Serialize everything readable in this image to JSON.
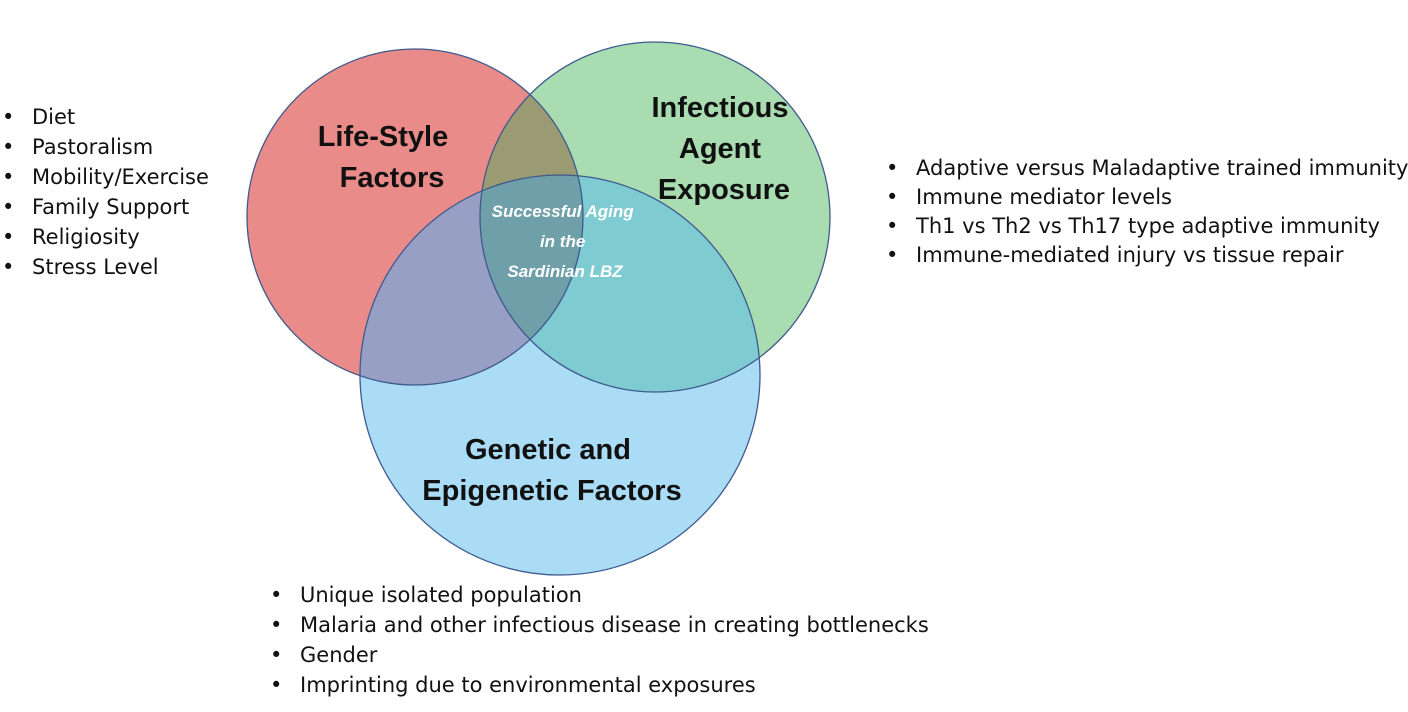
{
  "diagram": {
    "type": "venn",
    "circles": [
      {
        "id": "lifestyle",
        "title_lines": [
          "Life-Style",
          "Factors"
        ],
        "color": "#e88b89",
        "bullets": [
          "Diet",
          "Pastoralism",
          "Mobility/Exercise",
          "Family Support",
          "Religiosity",
          "Stress Level"
        ]
      },
      {
        "id": "infectious",
        "title_lines": [
          "Infectious",
          "Agent",
          "Exposure"
        ],
        "color": "#a9ddb1",
        "bullets": [
          "Adaptive versus Maladaptive trained immunity",
          "Immune mediator levels",
          "Th1 vs Th2 vs Th17 type  adaptive immunity",
          "Immune-mediated injury vs tissue repair"
        ]
      },
      {
        "id": "genetic",
        "title_lines": [
          "Genetic and",
          "Epigenetic Factors"
        ],
        "color": "#aadcf6",
        "bullets": [
          "Unique isolated population",
          "Malaria and other infectious disease in creating bottlenecks",
          "Gender",
          "Imprinting due to environmental exposures"
        ]
      }
    ],
    "overlap_colors": {
      "lifestyle_infectious": "#9a9b72",
      "lifestyle_genetic": "#989fc4",
      "infectious_genetic": "#7fcbd2",
      "center": "#6f9fa8"
    },
    "stroke_color": "#3f5a8e",
    "center_label_lines": [
      "Successful Aging",
      "in the",
      "Sardinian LBZ"
    ]
  }
}
